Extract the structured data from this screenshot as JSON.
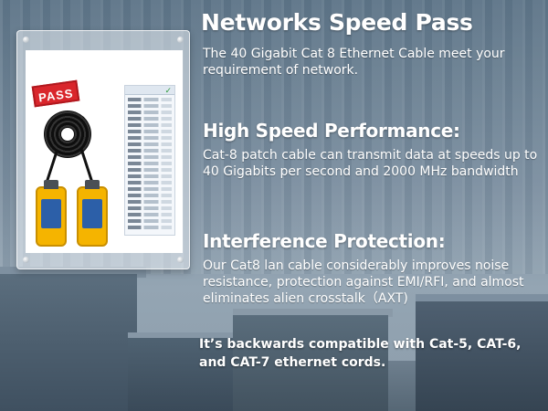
{
  "hero": {
    "title": "Networks Speed Pass",
    "title_text": "The 40 Gigabit Cat 8 Ethernet Cable meet your requirement of network."
  },
  "image_panel": {
    "stamp_label": "PASS",
    "report_check": "✓"
  },
  "sections": [
    {
      "heading": "High Speed Performance:",
      "text": "Cat-8 patch cable can transmit data at speeds up to 40 Gigabits per second and 2000 MHz bandwidth"
    },
    {
      "heading": "Interference Protection:",
      "text": "Our Cat8 lan cable considerably improves noise resistance, protection against EMI/RFI, and almost eliminates alien crosstalk（AXT)"
    }
  ],
  "footer_text": "It’s backwards compatible with Cat-5, CAT-6, and CAT-7 ethernet cords.",
  "colors": {
    "text": "#ffffff",
    "pass_stamp": "#d9262c",
    "tester_body": "#f5b400"
  }
}
